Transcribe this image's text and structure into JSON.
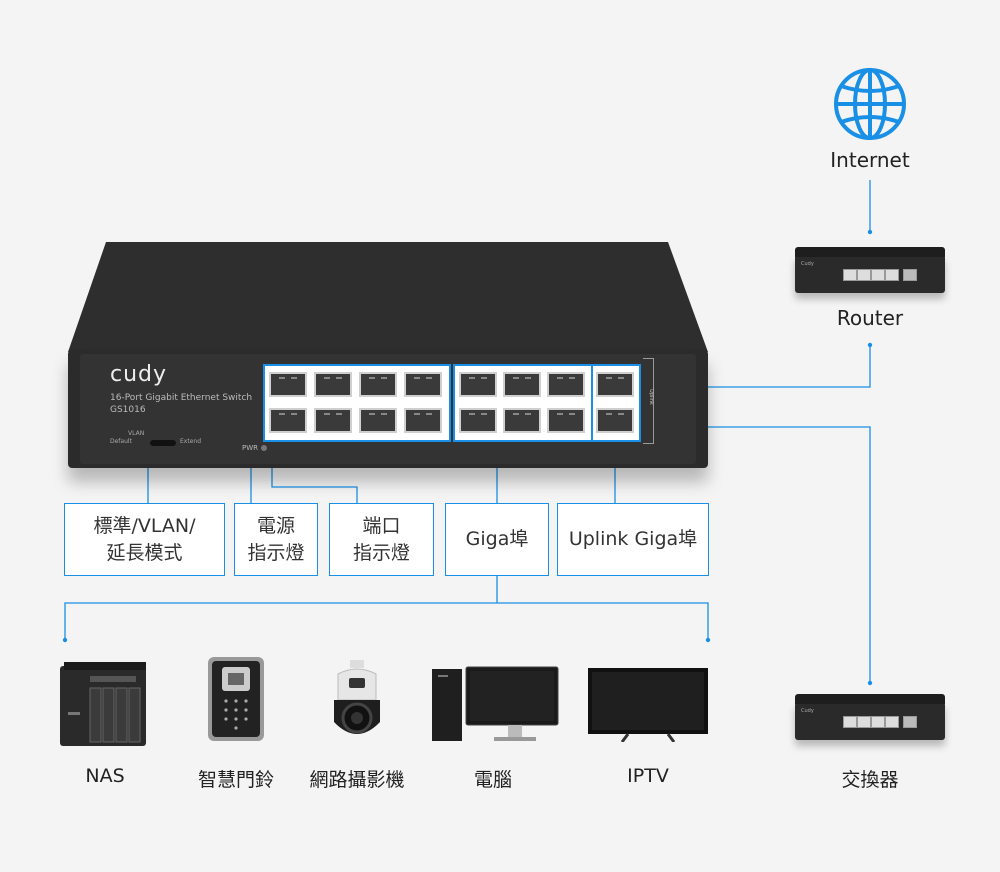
{
  "switch": {
    "brand": "cudy",
    "model_line1": "16-Port Gigabit Ethernet Switch",
    "model_line2": "GS1016",
    "vlan_label": "VLAN",
    "vlan_default": "Default",
    "vlan_extend": "Extend",
    "pwr_label": "PWR",
    "uplink_label": "Uplink"
  },
  "network": {
    "internet_label": "Internet",
    "router_label": "Router",
    "switch_label": "交換器",
    "router_brand": "Cudy"
  },
  "callouts": [
    {
      "line1": "標準/VLAN/",
      "line2": "延長模式"
    },
    {
      "line1": "電源",
      "line2": "指示燈"
    },
    {
      "line1": "端口",
      "line2": "指示燈"
    },
    {
      "line1": "Giga埠",
      "line2": ""
    },
    {
      "line1": "Uplink Giga埠",
      "line2": ""
    }
  ],
  "devices": [
    {
      "label": "NAS",
      "icon": "nas-icon"
    },
    {
      "label": "智慧門鈴",
      "icon": "doorbell-icon"
    },
    {
      "label": "網路攝影機",
      "icon": "camera-icon"
    },
    {
      "label": "電腦",
      "icon": "computer-icon"
    },
    {
      "label": "IPTV",
      "icon": "tv-icon"
    }
  ],
  "colors": {
    "accent": "#1a8fe6",
    "device_dark": "#2b2b2b",
    "background": "#f4f4f4"
  }
}
